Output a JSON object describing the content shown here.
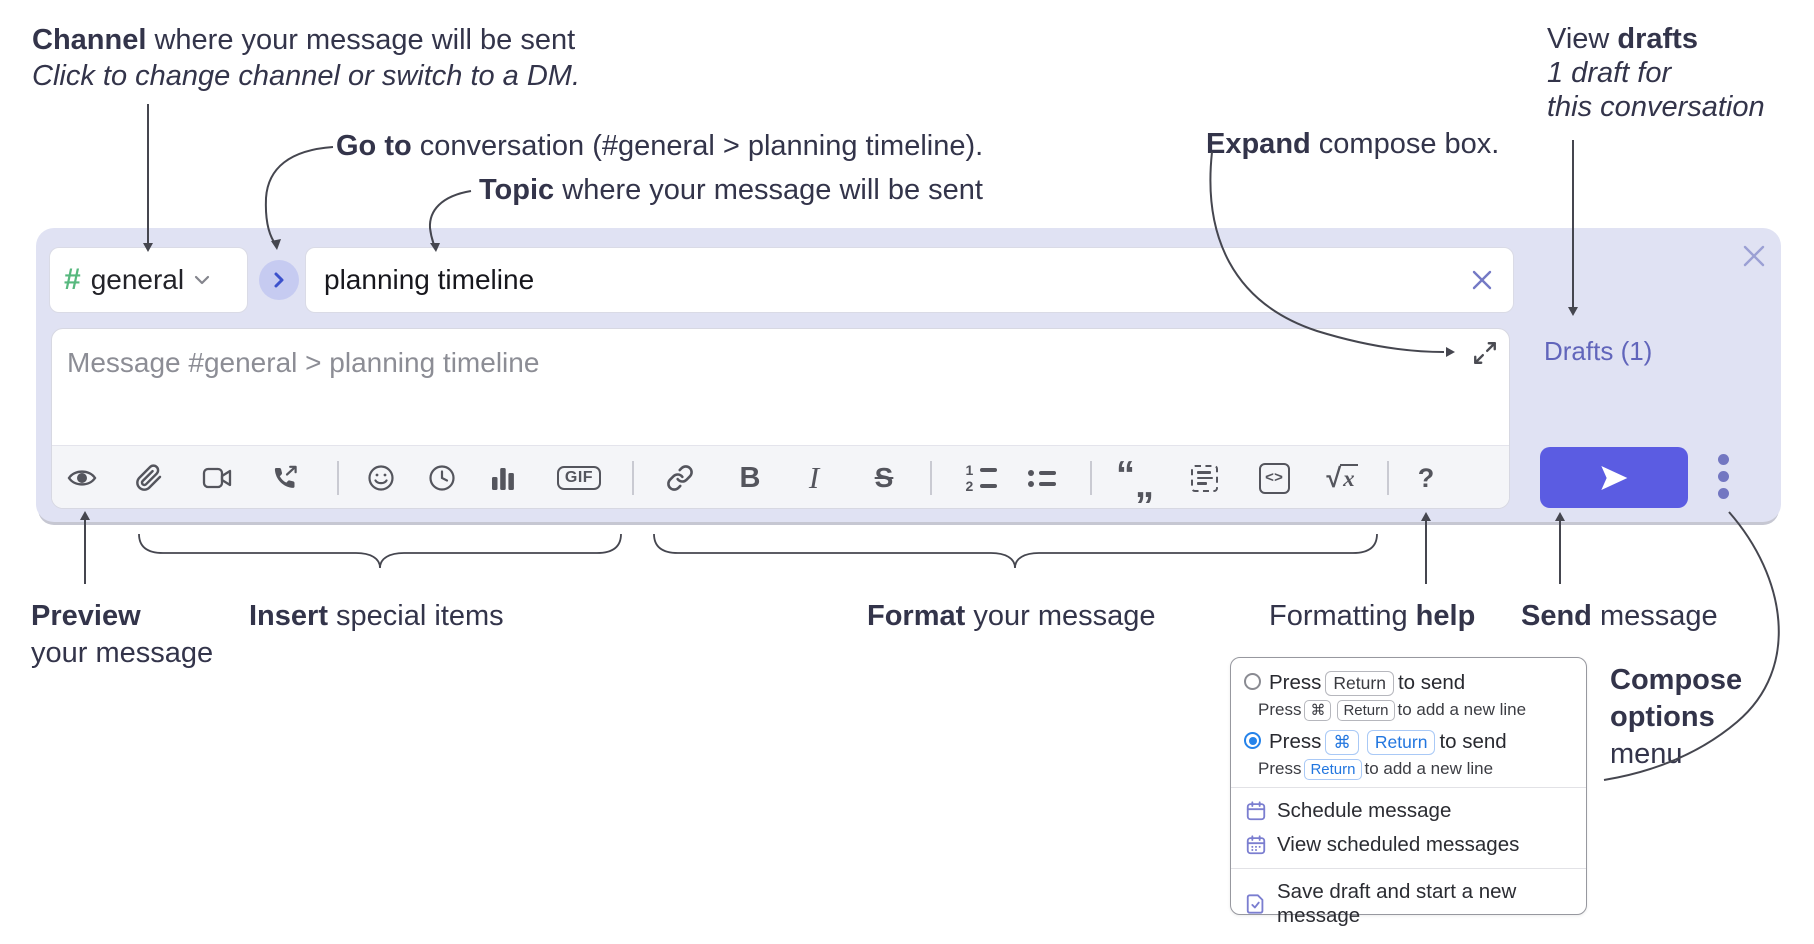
{
  "annotations": {
    "channel": {
      "bold": "Channel",
      "rest": " where your message will be sent",
      "line2": "Click to change channel or switch to a DM."
    },
    "goto": {
      "bold": "Go to",
      "rest": " conversation (#general > planning timeline)."
    },
    "topic": {
      "bold": "Topic",
      "rest": " where your message will be sent"
    },
    "expand": {
      "bold": "Expand",
      "rest": " compose box."
    },
    "drafts": {
      "pre": "View ",
      "bold": "drafts",
      "line2": "1 draft for",
      "line3": "this conversation"
    },
    "preview": {
      "bold": "Preview",
      "line2": "your message"
    },
    "insert": {
      "bold": "Insert",
      "rest": " special items"
    },
    "format": {
      "bold": "Format",
      "rest": " your message"
    },
    "help": {
      "pre": "Formatting ",
      "bold": "help"
    },
    "send": {
      "bold": "Send",
      "rest": " message"
    },
    "compose_options": {
      "line1": "Compose",
      "line2": "options",
      "line3": "menu"
    }
  },
  "composer": {
    "channel_selector": {
      "hash": "#",
      "name": "general"
    },
    "topic_input": {
      "value": "planning timeline"
    },
    "message_input": {
      "placeholder": "Message #general > planning timeline"
    },
    "drafts_link": "Drafts (1)",
    "toolbar": {
      "gif": "GIF",
      "bold": "B",
      "italic": "I",
      "strike": "S",
      "ol1": "1",
      "ol2": "2",
      "quote_open": "“",
      "quote_low": "„",
      "code": "<>",
      "math_root": "√",
      "math_x": "x",
      "help": "?",
      "icon_names": [
        "preview-eye",
        "attach-paperclip",
        "video",
        "huddle-phone",
        "emoji",
        "recent-clock",
        "poll-chart",
        "gif",
        "link",
        "bold",
        "italic",
        "strikethrough",
        "ordered-list",
        "bulleted-list",
        "blockquote",
        "code-block",
        "inline-code",
        "math",
        "formatting-help"
      ]
    }
  },
  "popup": {
    "options": [
      {
        "selected": false,
        "main_pre": "Press",
        "main_key": "Return",
        "main_post": "to send",
        "sub_pre": "Press",
        "sub_key1": "⌘",
        "sub_key2": "Return",
        "sub_post": "to add a new line"
      },
      {
        "selected": true,
        "main_pre": "Press",
        "main_key1": "⌘",
        "main_key2": "Return",
        "main_post": "to send",
        "sub_pre": "Press",
        "sub_key": "Return",
        "sub_post": "to add a new line"
      }
    ],
    "items": [
      {
        "label": "Schedule message"
      },
      {
        "label": "View scheduled messages"
      },
      {
        "label": "Save draft and start a new message"
      }
    ]
  },
  "colors": {
    "composer_bg": "#e0e2f3",
    "send_button": "#5b5ce2",
    "drafts_link": "#6165bb",
    "channel_hash": "#57b87e",
    "radio_selected": "#2583ea",
    "popup_icon": "#7b7ed0",
    "toolbar_icon": "#54555d"
  }
}
